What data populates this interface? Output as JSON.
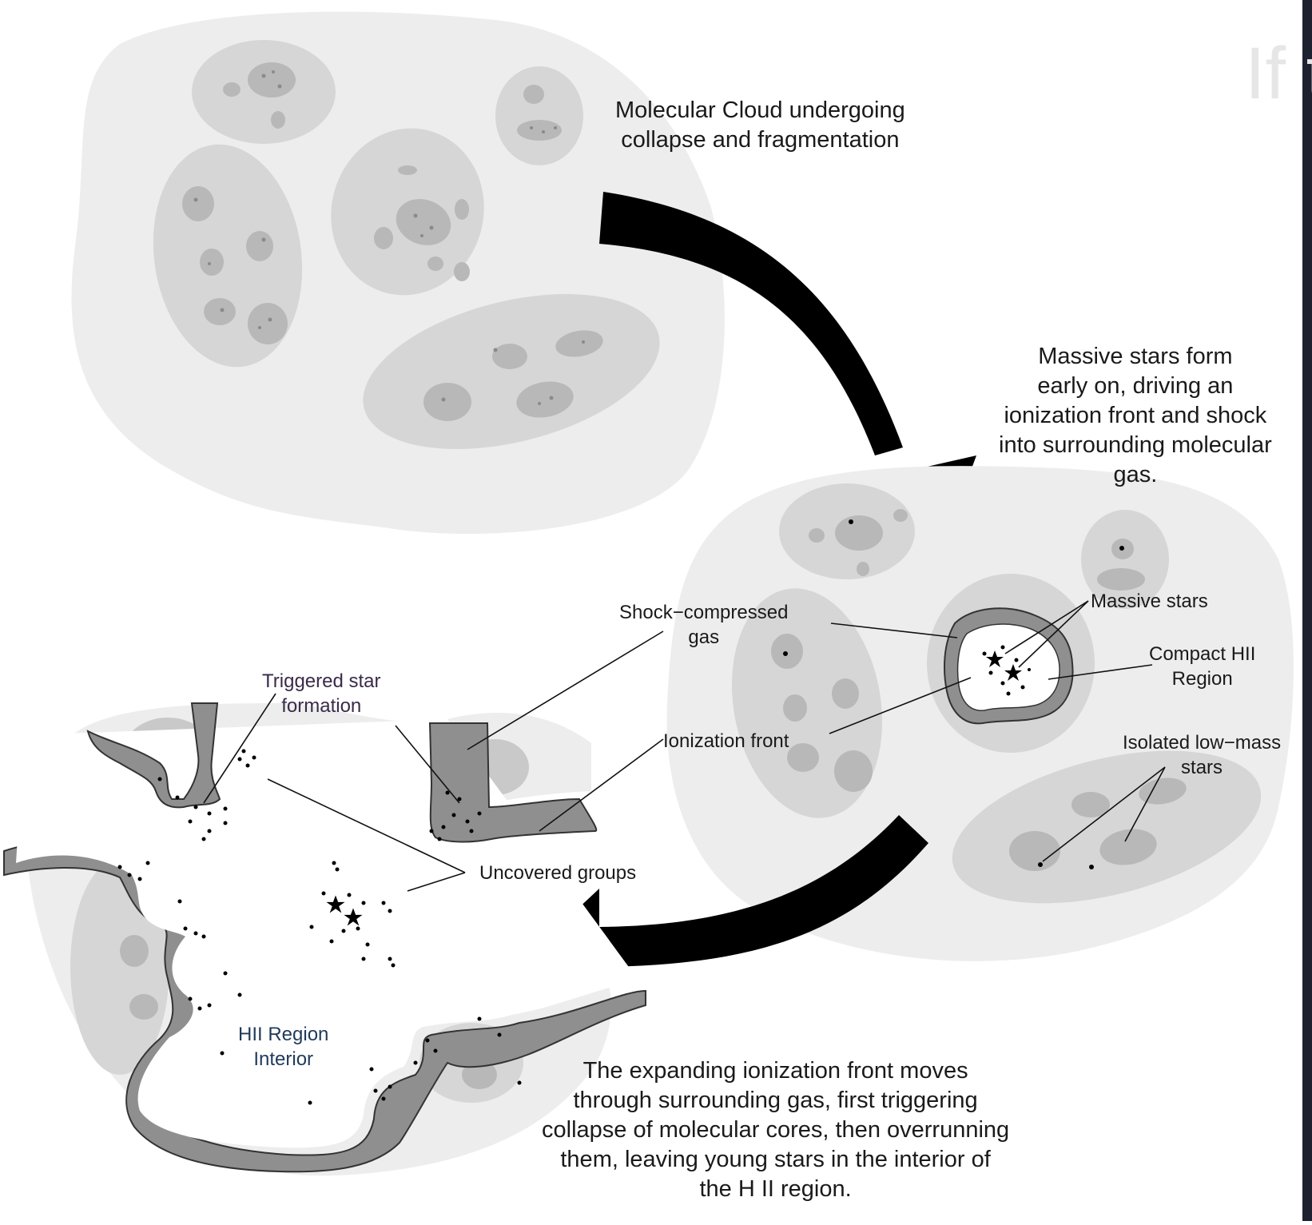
{
  "background_ghost_text": "If t",
  "labels": {
    "molecular_cloud": "Molecular Cloud undergoing\ncollapse and fragmentation",
    "massive_stars_form": "Massive stars form\nearly on, driving an\nionization front and shock\ninto surrounding molecular\ngas.",
    "massive_stars": "Massive stars",
    "compact_hii": "Compact HII\nRegion",
    "shock_compressed": "Shock−compressed\ngas",
    "ionization_front": "Ionization front",
    "isolated_low_mass": "Isolated low−mass\nstars",
    "triggered_star_formation": "Triggered star\nformation",
    "uncovered_groups": "Uncovered groups",
    "hii_region_interior": "HII Region\nInterior",
    "expanding_front": "The expanding ionization front moves\nthrough surrounding gas, first triggering\ncollapse of molecular cores, then overrunning\nthem, leaving young stars in the interior of\nthe H II region."
  },
  "colors": {
    "cloud": "#ededed",
    "clump": "#d6d6d6",
    "core": "#bdbdbd",
    "core_dark": "#a7a7a7",
    "shock_gas": "#8f8f8f",
    "arrow": "#000000",
    "sidebar": "#1e2230"
  }
}
